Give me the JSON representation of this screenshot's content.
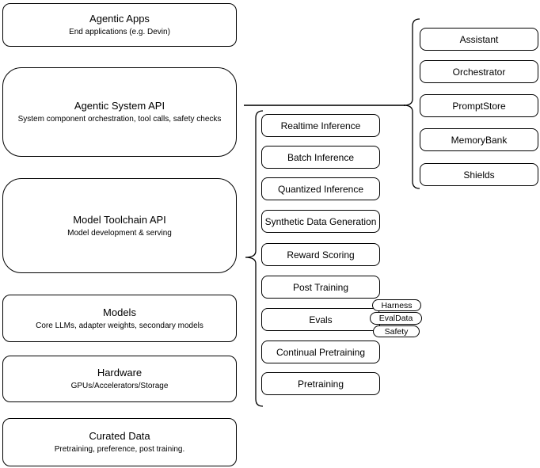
{
  "diagram": {
    "colors": {
      "background": "#ffffff",
      "stroke": "#000000",
      "connector": "#3a3a3a",
      "text": "#000000"
    },
    "left_stack": [
      {
        "title": "Agentic Apps",
        "subtitle": "End applications (e.g. Devin)"
      },
      {
        "title": "Agentic System API",
        "subtitle": "System component orchestration, tool calls, safety checks"
      },
      {
        "title": "Model Toolchain API",
        "subtitle": "Model development & serving"
      },
      {
        "title": "Models",
        "subtitle": "Core LLMs, adapter weights, secondary models"
      },
      {
        "title": "Hardware",
        "subtitle": "GPUs/Accelerators/Storage"
      },
      {
        "title": "Curated Data",
        "subtitle": "Pretraining, preference, post training."
      }
    ],
    "toolchain_services": [
      "Realtime Inference",
      "Batch Inference",
      "Quantized Inference",
      "Synthetic Data Generation",
      "Reward Scoring",
      "Post Training",
      "Evals",
      "Continual Pretraining",
      "Pretraining"
    ],
    "evals_tags": [
      "Harness",
      "EvalData",
      "Safety"
    ],
    "system_components": [
      "Assistant",
      "Orchestrator",
      "PromptStore",
      "MemoryBank",
      "Shields"
    ]
  }
}
